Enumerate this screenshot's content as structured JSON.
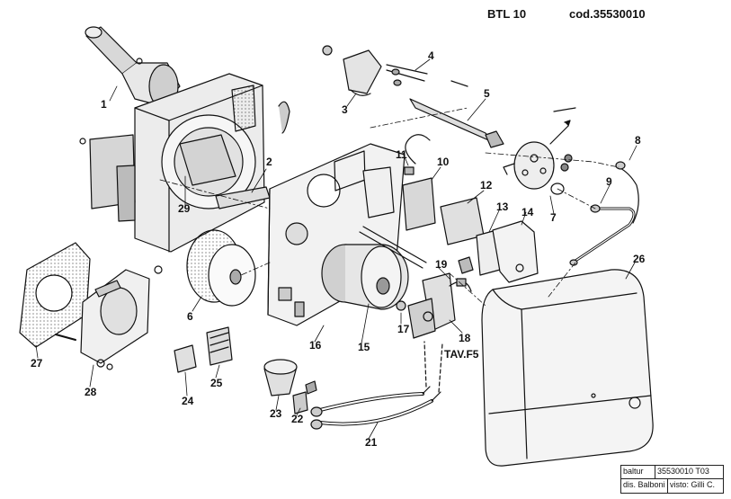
{
  "header": {
    "model": "BTL 10",
    "code": "cod.35530010"
  },
  "parts": [
    {
      "no": "1"
    },
    {
      "no": "2"
    },
    {
      "no": "3"
    },
    {
      "no": "4"
    },
    {
      "no": "5"
    },
    {
      "no": "6"
    },
    {
      "no": "7"
    },
    {
      "no": "8"
    },
    {
      "no": "9"
    },
    {
      "no": "10"
    },
    {
      "no": "11"
    },
    {
      "no": "12"
    },
    {
      "no": "13"
    },
    {
      "no": "14"
    },
    {
      "no": "15"
    },
    {
      "no": "16"
    },
    {
      "no": "17"
    },
    {
      "no": "18"
    },
    {
      "no": "19"
    },
    {
      "no": "21"
    },
    {
      "no": "22"
    },
    {
      "no": "23"
    },
    {
      "no": "24"
    },
    {
      "no": "25"
    },
    {
      "no": "26"
    },
    {
      "no": "27"
    },
    {
      "no": "28"
    },
    {
      "no": "29"
    }
  ],
  "extra_label": "TAV.F5",
  "title_block": {
    "brand": "baltur",
    "drawing_no": "35530010 T03",
    "drawn_by": "dis. Balboni",
    "checked_by": "visto: Gilli C."
  }
}
